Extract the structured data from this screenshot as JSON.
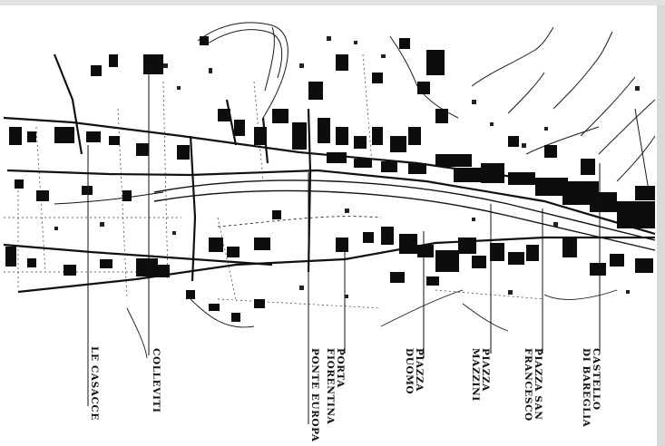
{
  "colors": {
    "paper": "#ffffff",
    "ink": "#0d0d0d",
    "edge_shadow": "#cfcfcf"
  },
  "labels": [
    {
      "id": "le-casacce",
      "lines": [
        "LE CASACCE"
      ]
    },
    {
      "id": "colleviti",
      "lines": [
        "COLLEVITI"
      ]
    },
    {
      "id": "ponte-europa",
      "lines": [
        "PONTE EUROPA"
      ]
    },
    {
      "id": "porta-fiorentina",
      "lines": [
        "PORTA",
        "FIORENTINA"
      ]
    },
    {
      "id": "piazza-duomo",
      "lines": [
        "PIAZZA",
        "DUOMO"
      ]
    },
    {
      "id": "piazza-mazzini",
      "lines": [
        "PIAZZA",
        "MAZZINI"
      ]
    },
    {
      "id": "piazza-san-francesco",
      "lines": [
        "PIAZZA SAN",
        "FRANCESCO"
      ]
    },
    {
      "id": "castello-di-bareglia",
      "lines": [
        "CASTELLO",
        "DI BAREGLIA"
      ]
    }
  ]
}
